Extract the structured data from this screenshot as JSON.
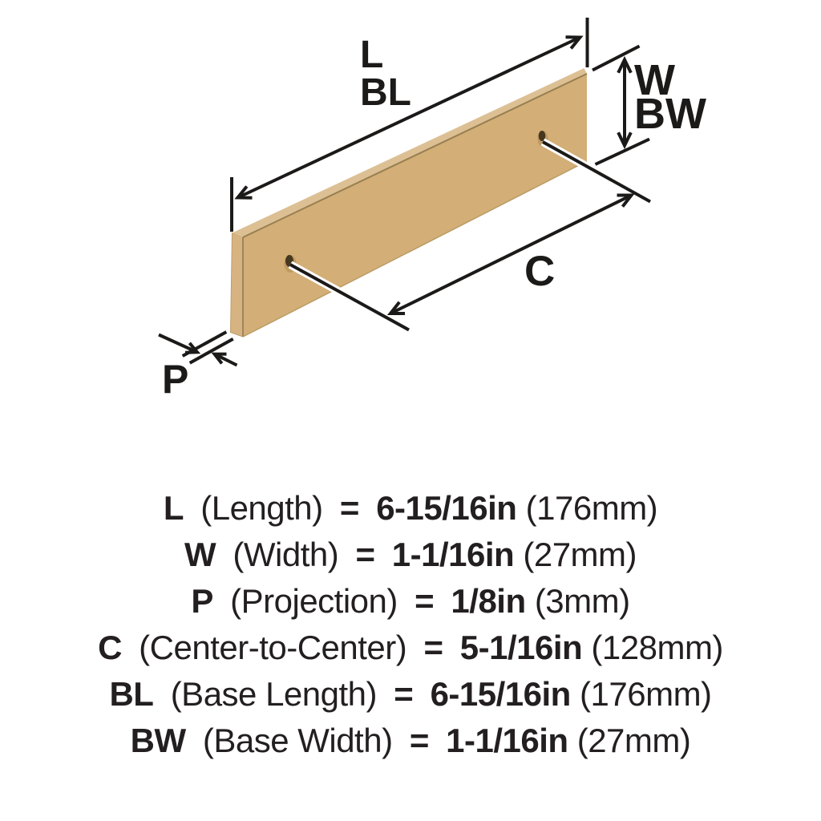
{
  "diagram": {
    "labels": {
      "L": "L",
      "BL": "BL",
      "W": "W",
      "BW": "BW",
      "C": "C",
      "P": "P"
    },
    "colors": {
      "plate_face": "#d3ae77",
      "plate_side": "#d7b382",
      "plate_top_sliver": "#dcc094",
      "plate_bevel": "#977f50",
      "hole_rim": "#c09a60",
      "hole_dark": "#46371f",
      "line": "#1c1a19",
      "text": "#231f20",
      "background": "#ffffff"
    }
  },
  "legend": {
    "lines": [
      {
        "code": "L",
        "name": "(Length)",
        "eq": "=",
        "value_in": "6-15/16in",
        "value_mm": "(176mm)"
      },
      {
        "code": "W",
        "name": "(Width)",
        "eq": "=",
        "value_in": "1-1/16in",
        "value_mm": "(27mm)"
      },
      {
        "code": "P",
        "name": "(Projection)",
        "eq": "=",
        "value_in": "1/8in",
        "value_mm": "(3mm)"
      },
      {
        "code": "C",
        "name": "(Center-to-Center)",
        "eq": "=",
        "value_in": "5-1/16in",
        "value_mm": "(128mm)"
      },
      {
        "code": "BL",
        "name": "(Base Length)",
        "eq": "=",
        "value_in": "6-15/16in",
        "value_mm": "(176mm)"
      },
      {
        "code": "BW",
        "name": "(Base Width)",
        "eq": "=",
        "value_in": "1-1/16in",
        "value_mm": "(27mm)"
      }
    ]
  }
}
